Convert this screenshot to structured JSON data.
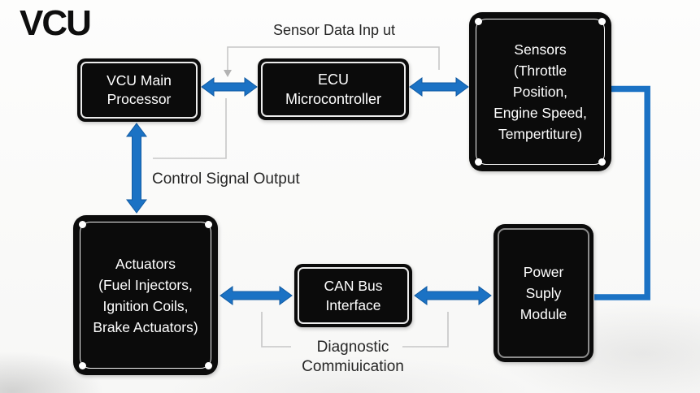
{
  "title": "VCU",
  "colors": {
    "arrow_blue": "#1b72c4",
    "arrow_blue_dark": "#115ba3",
    "connector_gray": "#c7c7c7",
    "box_fill": "#0b0b0b",
    "box_text": "#ffffff",
    "label_text": "#262626",
    "background": "#fbfbfa"
  },
  "nodes": {
    "vcu_main": {
      "label": "VCU Main\nProcessor"
    },
    "ecu": {
      "label": "ECU\nMicrocontroller"
    },
    "sensors": {
      "label": "Sensors\n(Throttle\nPosition,\nEngine Speed,\nTempertiture)"
    },
    "actuators": {
      "label": "Actuators\n(Fuel Injectors,\nIgnition Coils,\nBrake Actuators)"
    },
    "can_bus": {
      "label": "CAN Bus\nInterface"
    },
    "power": {
      "label": "Power\nSuply\nModule"
    }
  },
  "edge_labels": {
    "sensor_data": "Sensor Data Inp ut",
    "control_signal": "Control Signal Output",
    "diagnostic": "Diagnostic\nCommiuication"
  }
}
